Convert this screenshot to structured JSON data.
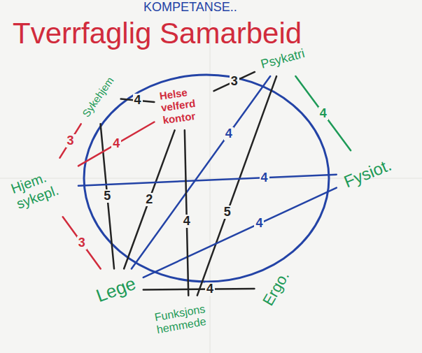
{
  "diagram": {
    "title": "Tverrfaglig Samarbeid",
    "nodes": [
      {
        "text": [
          "Sykehjem"
        ]
      },
      {
        "text": [
          "Helse velferd kontor"
        ]
      },
      {
        "text": [
          "Psykatri"
        ]
      },
      {
        "text": [
          "Hjem. sykepl."
        ]
      },
      {
        "text": [
          "Fysiot."
        ]
      },
      {
        "text": [
          "Lege"
        ]
      },
      {
        "text": [
          "Funksjons hemmede"
        ]
      },
      {
        "text": [
          "Ergo."
        ]
      }
    ],
    "edges": [
      {
        "from": 0,
        "to": 1,
        "arrow": "none",
        "label": "4"
      },
      {
        "from": 1,
        "to": 2,
        "arrow": "none",
        "label": "3"
      },
      {
        "from": 0,
        "to": 3,
        "arrow": "none",
        "label": "3"
      },
      {
        "from": 3,
        "to": 5,
        "arrow": "none",
        "label": "3"
      },
      {
        "from": 0,
        "to": 5,
        "arrow": "none",
        "label": "5"
      },
      {
        "from": 1,
        "to": 5,
        "arrow": "none",
        "label": "2"
      },
      {
        "from": 2,
        "to": 5,
        "arrow": "none",
        "label": "4"
      },
      {
        "from": 2,
        "to": 6,
        "arrow": "none",
        "label": "5"
      },
      {
        "from": 3,
        "to": 4,
        "arrow": "none",
        "label": "4"
      },
      {
        "from": 5,
        "to": 4,
        "arrow": "none",
        "label": "4"
      },
      {
        "from": 5,
        "to": 7,
        "arrow": "none",
        "label": "4"
      },
      {
        "from": 3,
        "to": 1,
        "arrow": "none",
        "label": "4"
      },
      {
        "from": 1,
        "to": 6,
        "arrow": "none",
        "label": "4"
      },
      {
        "from": 2,
        "to": 4,
        "arrow": "none",
        "label": "4"
      }
    ],
    "labels": [
      "KOMPETANSE.."
    ]
  }
}
